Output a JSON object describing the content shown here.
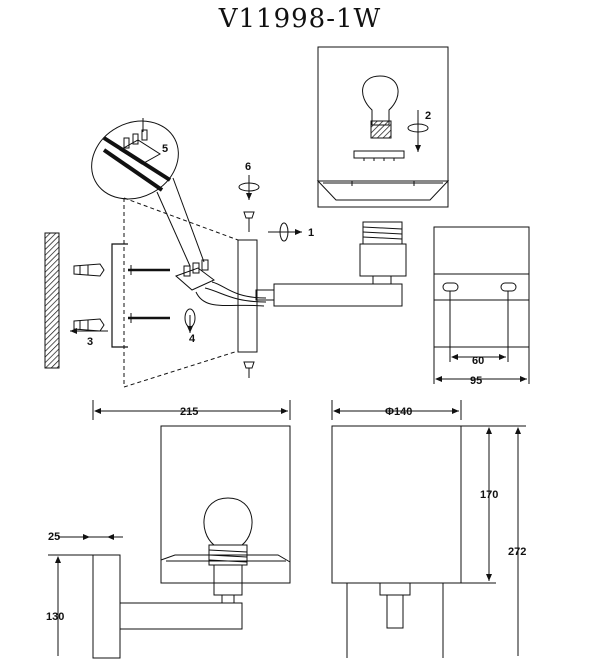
{
  "title": "V11998-1W",
  "steps": [
    "1",
    "2",
    "3",
    "4",
    "5",
    "6"
  ],
  "dimensions": {
    "mount_spacing": "60",
    "plate_width": "95",
    "overall_width": "215",
    "shade_diameter": "Φ140",
    "shade_height": "170",
    "overall_height": "272",
    "plate_depth": "25",
    "mount_height": "130"
  }
}
